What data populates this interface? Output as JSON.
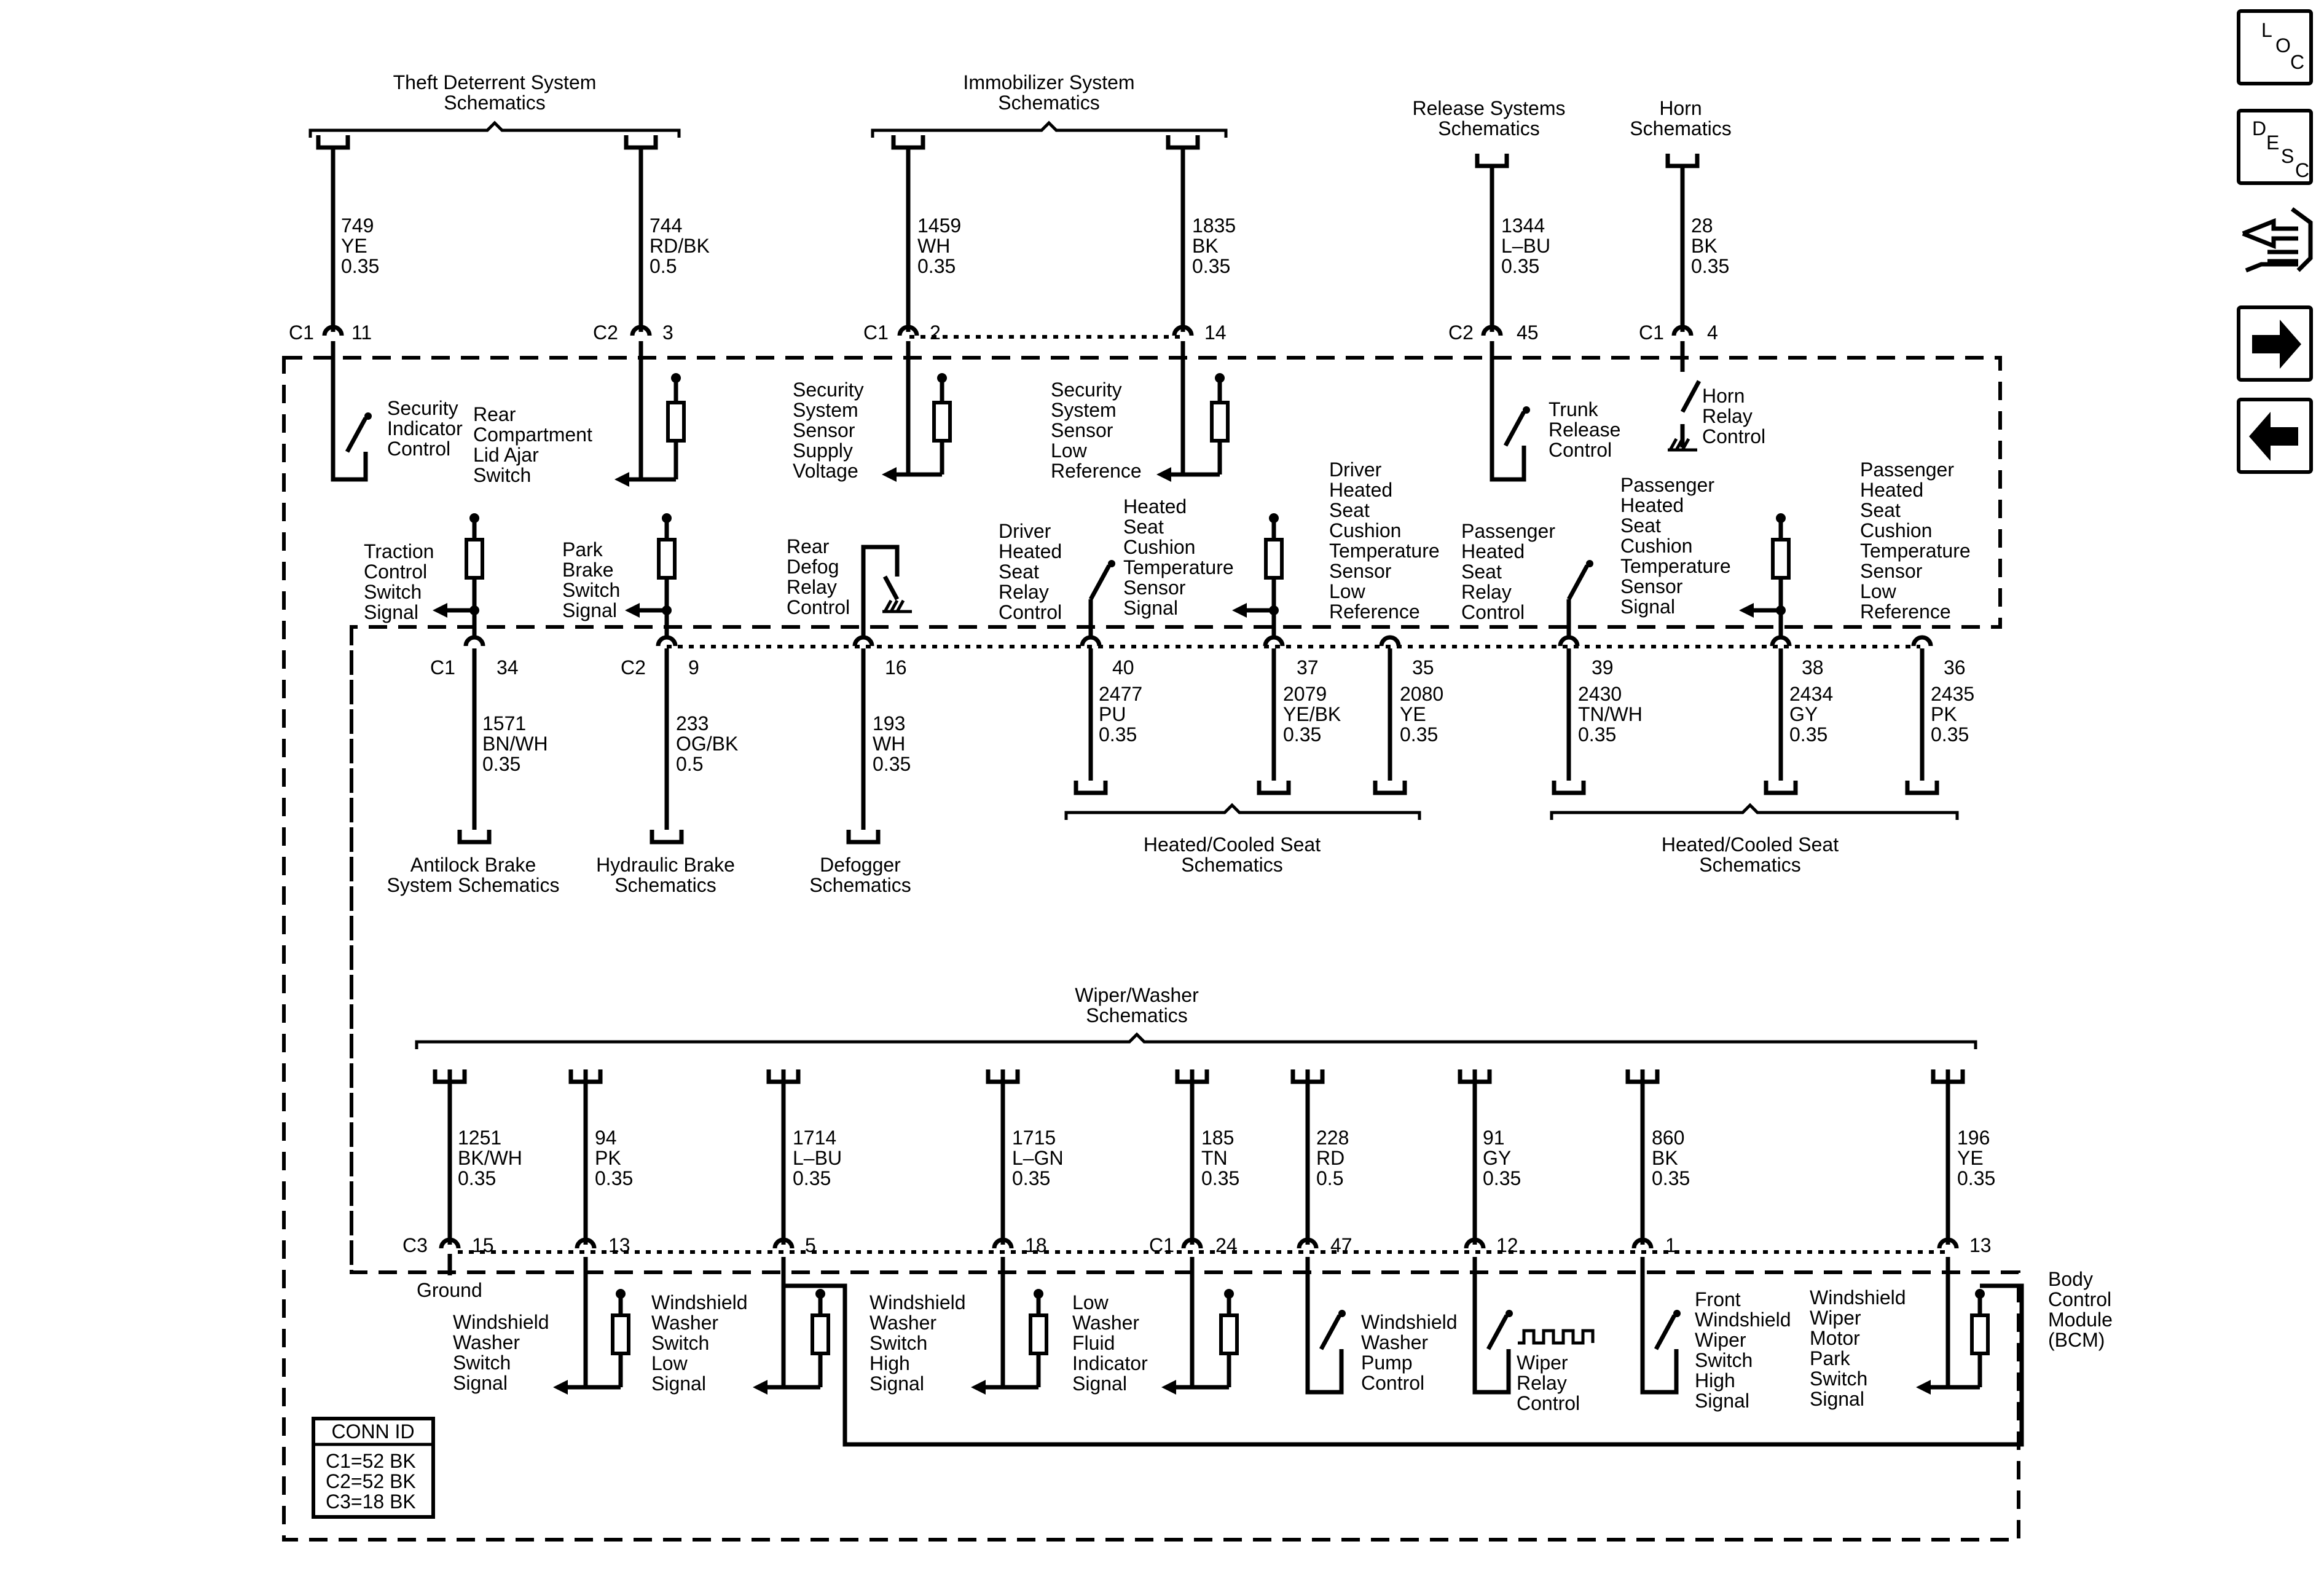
{
  "module": {
    "name": [
      "Body",
      "Control",
      "Module",
      "(BCM)"
    ]
  },
  "conn_id": {
    "title": "CONN ID",
    "rows": [
      "C1=52 BK",
      "C2=52 BK",
      "C3=18 BK"
    ]
  },
  "nav": {
    "loc_label": [
      "L",
      "O",
      "C"
    ],
    "desc_label": [
      "D",
      "E",
      "S",
      "C"
    ]
  },
  "schematic_groups": [
    {
      "id": "theft",
      "label": [
        "Theft Deterrent System",
        "Schematics"
      ]
    },
    {
      "id": "immob",
      "label": [
        "Immobilizer System",
        "Schematics"
      ]
    },
    {
      "id": "release",
      "label": [
        "Release Systems",
        "Schematics"
      ]
    },
    {
      "id": "horn",
      "label": [
        "Horn",
        "Schematics"
      ]
    },
    {
      "id": "abs",
      "label": [
        "Antilock Brake",
        "System Schematics"
      ]
    },
    {
      "id": "hyd",
      "label": [
        "Hydraulic Brake",
        "Schematics"
      ]
    },
    {
      "id": "defog",
      "label": [
        "Defogger",
        "Schematics"
      ]
    },
    {
      "id": "hcs1",
      "label": [
        "Heated/Cooled Seat",
        "Schematics"
      ]
    },
    {
      "id": "hcs2",
      "label": [
        "Heated/Cooled Seat",
        "Schematics"
      ]
    },
    {
      "id": "wiper",
      "label": [
        "Wiper/Washer",
        "Schematics"
      ]
    }
  ],
  "connectors": [
    {
      "id": "c1-top",
      "conn": "C1",
      "pin": "11"
    },
    {
      "id": "c2-top",
      "conn": "C2",
      "pin": "3"
    },
    {
      "id": "c1-immob",
      "conn": "C1",
      "pin": "2"
    },
    {
      "id": "c1-immob2",
      "conn": "",
      "pin": "14"
    },
    {
      "id": "c2-release",
      "conn": "C2",
      "pin": "45"
    },
    {
      "id": "c1-horn",
      "conn": "C1",
      "pin": "4"
    },
    {
      "id": "c1-mid",
      "conn": "C1",
      "pin": "34"
    },
    {
      "id": "c2-mid",
      "conn": "C2",
      "pin": "9"
    },
    {
      "id": "p16",
      "conn": "",
      "pin": "16"
    },
    {
      "id": "p40",
      "conn": "",
      "pin": "40"
    },
    {
      "id": "p37",
      "conn": "",
      "pin": "37"
    },
    {
      "id": "p35",
      "conn": "",
      "pin": "35"
    },
    {
      "id": "p39",
      "conn": "",
      "pin": "39"
    },
    {
      "id": "p38",
      "conn": "",
      "pin": "38"
    },
    {
      "id": "p36",
      "conn": "",
      "pin": "36"
    },
    {
      "id": "c3-bot",
      "conn": "C3",
      "pin": "15"
    },
    {
      "id": "p13a",
      "conn": "",
      "pin": "13"
    },
    {
      "id": "p5",
      "conn": "",
      "pin": "5"
    },
    {
      "id": "p18",
      "conn": "",
      "pin": "18"
    },
    {
      "id": "c1-bot",
      "conn": "C1",
      "pin": "24"
    },
    {
      "id": "p47",
      "conn": "",
      "pin": "47"
    },
    {
      "id": "p12",
      "conn": "",
      "pin": "12"
    },
    {
      "id": "p1",
      "conn": "",
      "pin": "1"
    },
    {
      "id": "p13b",
      "conn": "",
      "pin": "13"
    }
  ],
  "wires": [
    {
      "circuit": "749",
      "color": "YE",
      "size": "0.35"
    },
    {
      "circuit": "744",
      "color": "RD/BK",
      "size": "0.5"
    },
    {
      "circuit": "1459",
      "color": "WH",
      "size": "0.35"
    },
    {
      "circuit": "1835",
      "color": "BK",
      "size": "0.35"
    },
    {
      "circuit": "1344",
      "color": "L–BU",
      "size": "0.35"
    },
    {
      "circuit": "28",
      "color": "BK",
      "size": "0.35"
    },
    {
      "circuit": "1571",
      "color": "BN/WH",
      "size": "0.35"
    },
    {
      "circuit": "233",
      "color": "OG/BK",
      "size": "0.5"
    },
    {
      "circuit": "193",
      "color": "WH",
      "size": "0.35"
    },
    {
      "circuit": "2477",
      "color": "PU",
      "size": "0.35"
    },
    {
      "circuit": "2079",
      "color": "YE/BK",
      "size": "0.35"
    },
    {
      "circuit": "2080",
      "color": "YE",
      "size": "0.35"
    },
    {
      "circuit": "2430",
      "color": "TN/WH",
      "size": "0.35"
    },
    {
      "circuit": "2434",
      "color": "GY",
      "size": "0.35"
    },
    {
      "circuit": "2435",
      "color": "PK",
      "size": "0.35"
    },
    {
      "circuit": "1251",
      "color": "BK/WH",
      "size": "0.35"
    },
    {
      "circuit": "94",
      "color": "PK",
      "size": "0.35"
    },
    {
      "circuit": "1714",
      "color": "L–BU",
      "size": "0.35"
    },
    {
      "circuit": "1715",
      "color": "L–GN",
      "size": "0.35"
    },
    {
      "circuit": "185",
      "color": "TN",
      "size": "0.35"
    },
    {
      "circuit": "228",
      "color": "RD",
      "size": "0.5"
    },
    {
      "circuit": "91",
      "color": "GY",
      "size": "0.35"
    },
    {
      "circuit": "860",
      "color": "BK",
      "size": "0.35"
    },
    {
      "circuit": "196",
      "color": "YE",
      "size": "0.35"
    }
  ],
  "functions": [
    [
      "Security",
      "Indicator",
      "Control"
    ],
    [
      "Rear",
      "Compartment",
      "Lid Ajar",
      "Switch"
    ],
    [
      "Security",
      "System",
      "Sensor",
      "Supply",
      "Voltage"
    ],
    [
      "Security",
      "System",
      "Sensor",
      "Low",
      "Reference"
    ],
    [
      "Trunk",
      "Release",
      "Control"
    ],
    [
      "Horn",
      "Relay",
      "Control"
    ],
    [
      "Traction",
      "Control",
      "Switch",
      "Signal"
    ],
    [
      "Park",
      "Brake",
      "Switch",
      "Signal"
    ],
    [
      "Rear",
      "Defog",
      "Relay",
      "Control"
    ],
    [
      "Driver",
      "Heated",
      "Seat",
      "Relay",
      "Control"
    ],
    [
      "Heated",
      "Seat",
      "Cushion",
      "Temperature",
      "Sensor",
      "Signal"
    ],
    [
      "Driver",
      "Heated",
      "Seat",
      "Cushion",
      "Temperature",
      "Sensor",
      "Low",
      "Reference"
    ],
    [
      "Passenger",
      "Heated",
      "Seat",
      "Relay",
      "Control"
    ],
    [
      "Passenger",
      "Heated",
      "Seat",
      "Cushion",
      "Temperature",
      "Sensor",
      "Signal"
    ],
    [
      "Passenger",
      "Heated",
      "Seat",
      "Cushion",
      "Temperature",
      "Sensor",
      "Low",
      "Reference"
    ],
    [
      "Ground"
    ],
    [
      "Windshield",
      "Washer",
      "Switch",
      "Signal"
    ],
    [
      "Windshield",
      "Washer",
      "Switch",
      "Low",
      "Signal"
    ],
    [
      "Windshield",
      "Washer",
      "Switch",
      "High",
      "Signal"
    ],
    [
      "Low",
      "Washer",
      "Fluid",
      "Indicator",
      "Signal"
    ],
    [
      "Windshield",
      "Washer",
      "Pump",
      "Control"
    ],
    [
      "Wiper",
      "Relay",
      "Control"
    ],
    [
      "Front",
      "Windshield",
      "Wiper",
      "Switch",
      "High",
      "Signal"
    ],
    [
      "Windshield",
      "Wiper",
      "Motor",
      "Park",
      "Switch",
      "Signal"
    ]
  ]
}
